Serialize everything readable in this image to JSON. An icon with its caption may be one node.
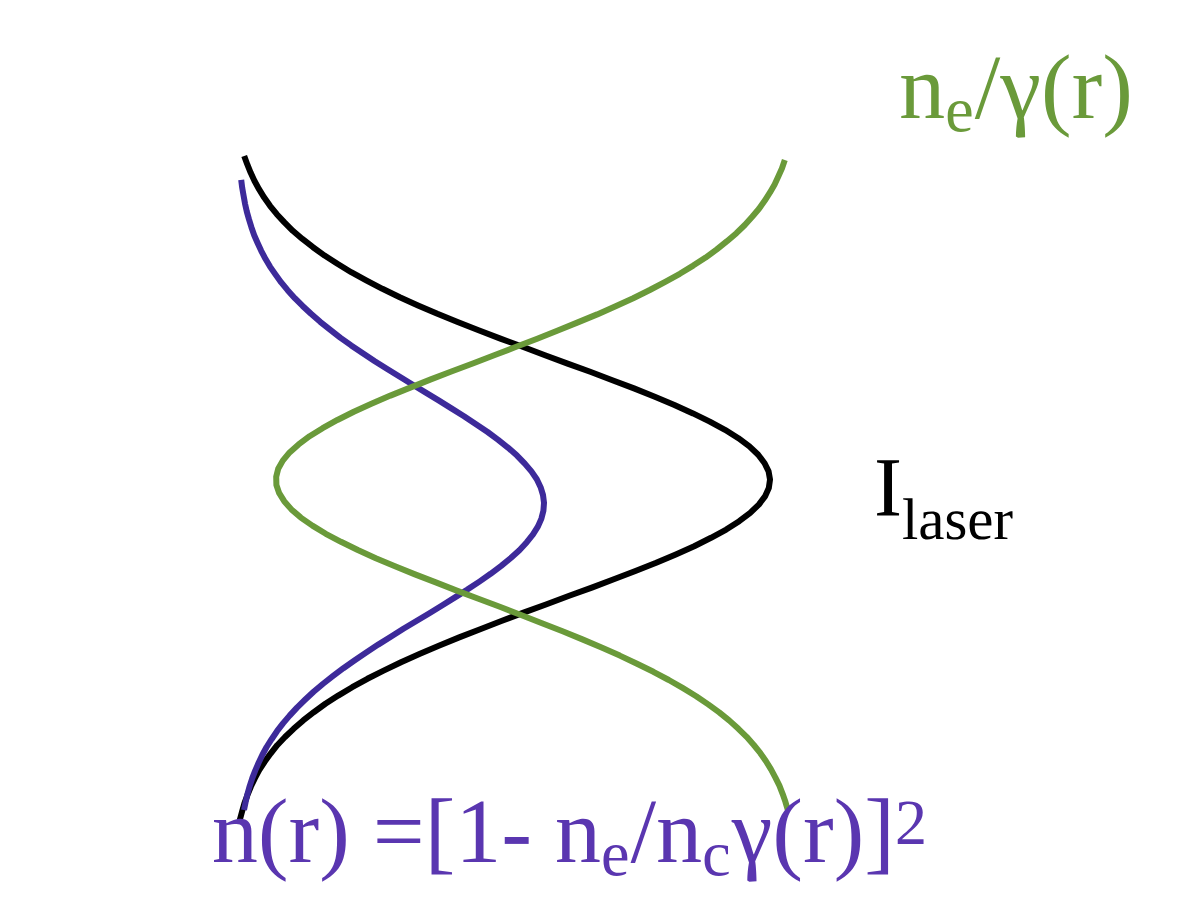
{
  "diagram": {
    "labels": [
      "n$_{e}$/γ(r)",
      "I$_{laser}$",
      "n(r) =[1- n$_{e}$/n$_{c}$γ(r)]$^{2}$"
    ]
  }
}
